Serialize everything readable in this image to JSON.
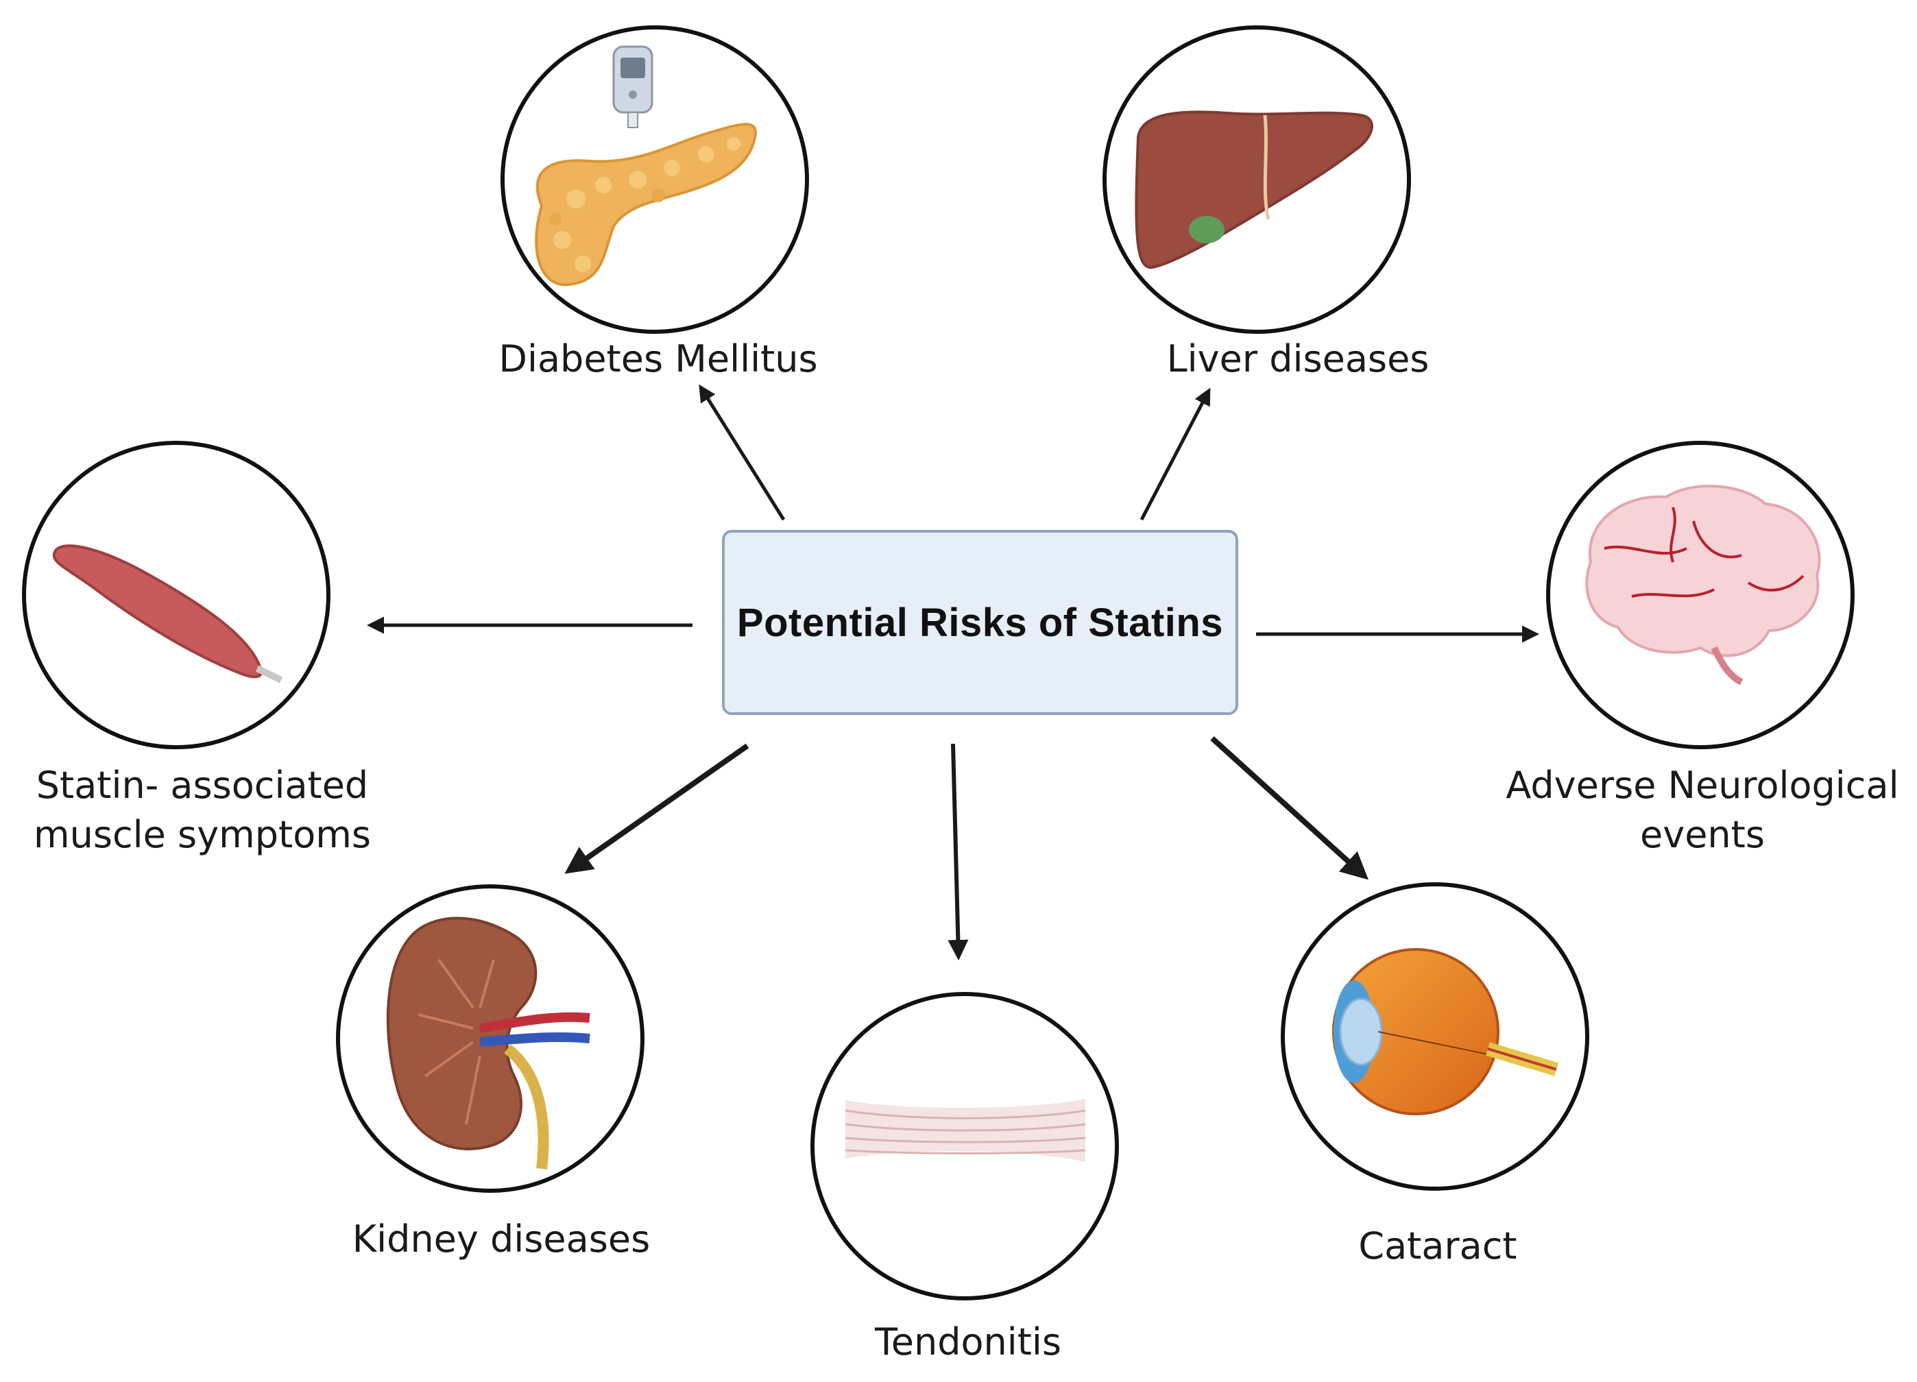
{
  "title": "Potential Risks of Statins",
  "risks": [
    {
      "id": "diabetes",
      "label": "Diabetes Mellitus"
    },
    {
      "id": "liver",
      "label": "Liver diseases"
    },
    {
      "id": "muscle",
      "label_line1": "Statin- associated",
      "label_line2": "muscle symptoms"
    },
    {
      "id": "neuro",
      "label_line1": "Adverse Neurological",
      "label_line2": "events"
    },
    {
      "id": "kidney",
      "label": "Kidney diseases"
    },
    {
      "id": "tendon",
      "label": "Tendonitis"
    },
    {
      "id": "cataract",
      "label": "Cataract"
    }
  ],
  "icons": [
    "glucose-meter-icon",
    "pancreas-icon",
    "liver-icon",
    "muscle-icon",
    "brain-icon",
    "kidney-icon",
    "tendon-icon",
    "eye-icon"
  ],
  "colors": {
    "box_fill": "#e6eef7",
    "box_border": "#8fa4bd",
    "arrow": "#1a1a1a",
    "circle_border": "#111111"
  }
}
